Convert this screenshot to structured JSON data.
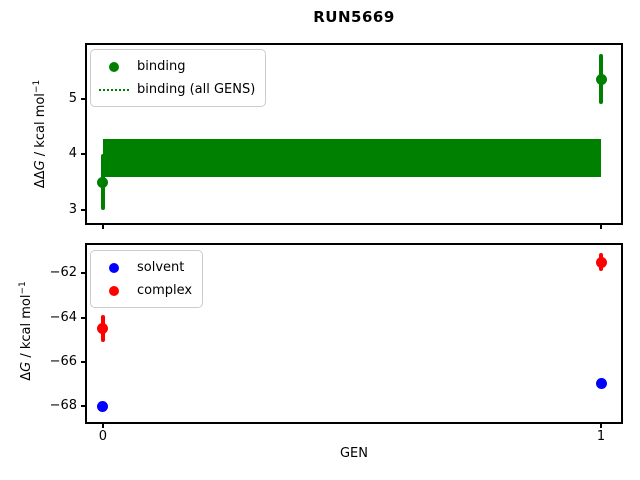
{
  "title": "RUN5669",
  "chart_data": [
    {
      "id": "plot-top",
      "type": "scatter",
      "ylabel": "ΔΔG / kcal mol⁻¹",
      "ylabel_parts": {
        "prefix": "ΔΔ",
        "symbol": "G",
        "unit": " / kcal mol",
        "exponent": "−1"
      },
      "x": [
        0,
        1
      ],
      "series": [
        {
          "name": "binding",
          "color": "#008000",
          "marker": "circle",
          "values": [
            3.5,
            5.35
          ],
          "errors": [
            0.5,
            0.45
          ]
        },
        {
          "name": "binding (all GENS)",
          "color": "#008000",
          "line_style": "dotted",
          "band": [
            3.6,
            4.28
          ],
          "band_x": [
            0,
            1
          ]
        }
      ],
      "xlim": [
        -0.032,
        1.04
      ],
      "ylim": [
        2.77,
        5.96
      ],
      "yticks": [
        3,
        4,
        5
      ],
      "xticks": [
        0,
        1
      ],
      "show_xtick_labels": false,
      "legend_position": "upper left",
      "grid": false
    },
    {
      "id": "plot-bottom",
      "type": "scatter",
      "xlabel": "GEN",
      "ylabel": "ΔG / kcal mol⁻¹",
      "ylabel_parts": {
        "prefix": "Δ",
        "symbol": "G",
        "unit": " / kcal mol",
        "exponent": "−1"
      },
      "x": [
        0,
        1
      ],
      "series": [
        {
          "name": "solvent",
          "color": "#0000ff",
          "marker": "circle",
          "values": [
            -68.0,
            -66.95
          ],
          "errors": [
            0.1,
            0.1
          ]
        },
        {
          "name": "complex",
          "color": "#ff0000",
          "marker": "circle",
          "values": [
            -64.5,
            -61.5
          ],
          "errors": [
            0.6,
            0.4
          ]
        }
      ],
      "xlim": [
        -0.032,
        1.04
      ],
      "ylim": [
        -68.71,
        -60.72
      ],
      "yticks": [
        -62,
        -64,
        -66,
        -68
      ],
      "xticks": [
        0,
        1
      ],
      "show_xtick_labels": true,
      "legend_position": "upper left",
      "grid": false
    }
  ]
}
